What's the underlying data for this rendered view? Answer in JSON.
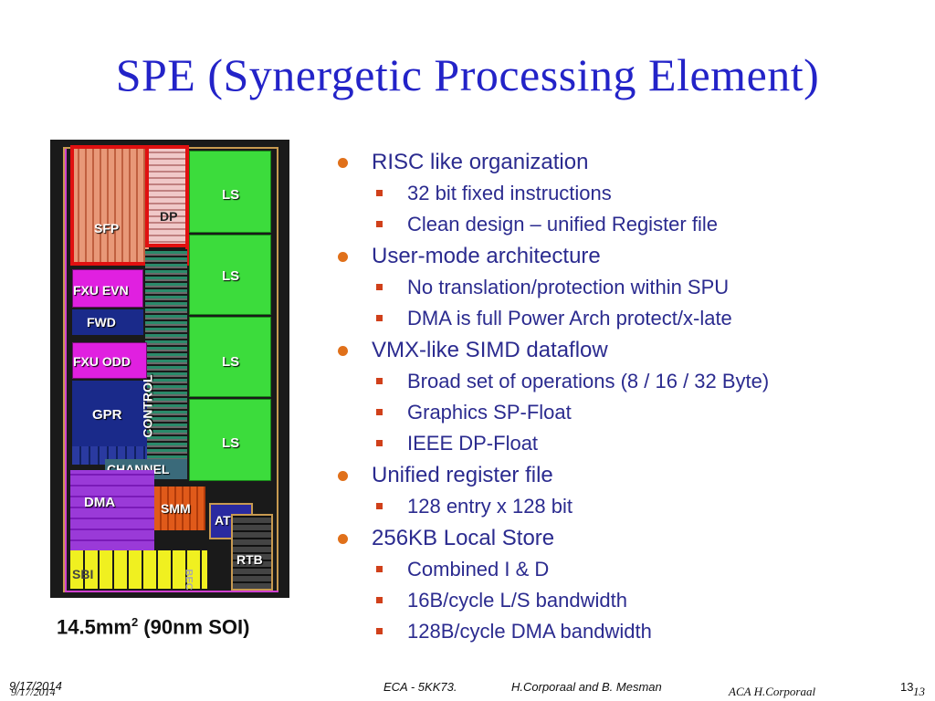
{
  "title": "SPE (Synergetic Processing Element)",
  "die": {
    "labels": {
      "ls1": "LS",
      "ls2": "LS",
      "ls3": "LS",
      "ls4": "LS",
      "sfp": "SFP",
      "dp": "DP",
      "fxu_evn": "FXU EVN",
      "fwd": "FWD",
      "fxu_odd": "FXU ODD",
      "gpr": "GPR",
      "control": "CONTROL",
      "channel": "CHANNEL",
      "dma": "DMA",
      "smm": "SMM",
      "ato": "ATO",
      "rtb": "RTB",
      "sbi": "SBI",
      "bec": "BEC"
    },
    "caption_main": "14.5mm",
    "caption_sup": "2",
    "caption_rest": " (90nm SOI)"
  },
  "bullets": [
    {
      "text": "RISC like organization",
      "subs": [
        "32 bit fixed instructions",
        "Clean design – unified Register file"
      ]
    },
    {
      "text": "User-mode architecture",
      "subs": [
        "No translation/protection within SPU",
        "DMA is full Power Arch protect/x-late"
      ]
    },
    {
      "text": "VMX-like SIMD dataflow",
      "subs": [
        "Broad set of operations (8 / 16 / 32 Byte)",
        "Graphics SP-Float",
        "IEEE DP-Float"
      ]
    },
    {
      "text": "Unified register file",
      "subs": [
        "128 entry x 128 bit"
      ]
    },
    {
      "text": "256KB Local Store",
      "subs": [
        "Combined I & D",
        "16B/cycle L/S bandwidth",
        "128B/cycle DMA bandwidth"
      ]
    }
  ],
  "footer": {
    "date_a": "9/17/2014",
    "date_b": "9/17/2014",
    "course": "ECA - 5KK73.",
    "authors": "H.Corporaal and B. Mesman",
    "aca": "ACA H.Corporaal",
    "page_a": "13",
    "page_b": "13"
  },
  "colors": {
    "title": "#2323c8",
    "bullet_text": "#2b2b8f",
    "bullet_dot": "#e0701a",
    "ls_green": "#3cdc3c",
    "highlight_red": "#e01010",
    "fxu_magenta": "#e020e0",
    "gpr_navy": "#1a2a8a",
    "dma_purple": "#8a2ac8",
    "smm_orange": "#e05a1a",
    "sbi_yellow": "#f0f020"
  }
}
